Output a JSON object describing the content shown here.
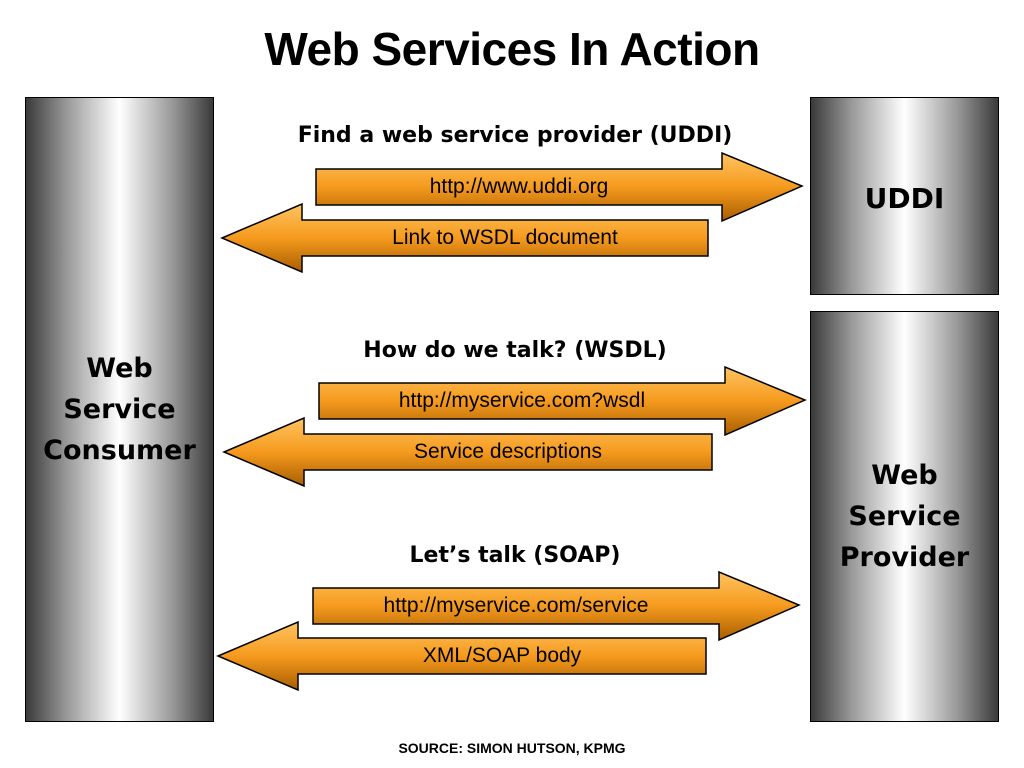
{
  "title": "Web Services In Action",
  "consumer_label": "Web\nService\nConsumer",
  "uddi_label": "UDDI",
  "provider_label": "Web\nService\nProvider",
  "sections": [
    {
      "heading": "Find a web service provider (UDDI)",
      "request": "http://www.uddi.org",
      "response": "Link to WSDL document"
    },
    {
      "heading": "How do we talk? (WSDL)",
      "request": "http://myservice.com?wsdl",
      "response": "Service descriptions"
    },
    {
      "heading": "Let’s talk (SOAP)",
      "request": "http://myservice.com/service",
      "response": "XML/SOAP body"
    }
  ],
  "source": "SOURCE: SIMON HUTSON, KPMG",
  "colors": {
    "arrow_light": "#ffb038",
    "arrow_dark": "#b86a00",
    "outline": "#000000"
  }
}
